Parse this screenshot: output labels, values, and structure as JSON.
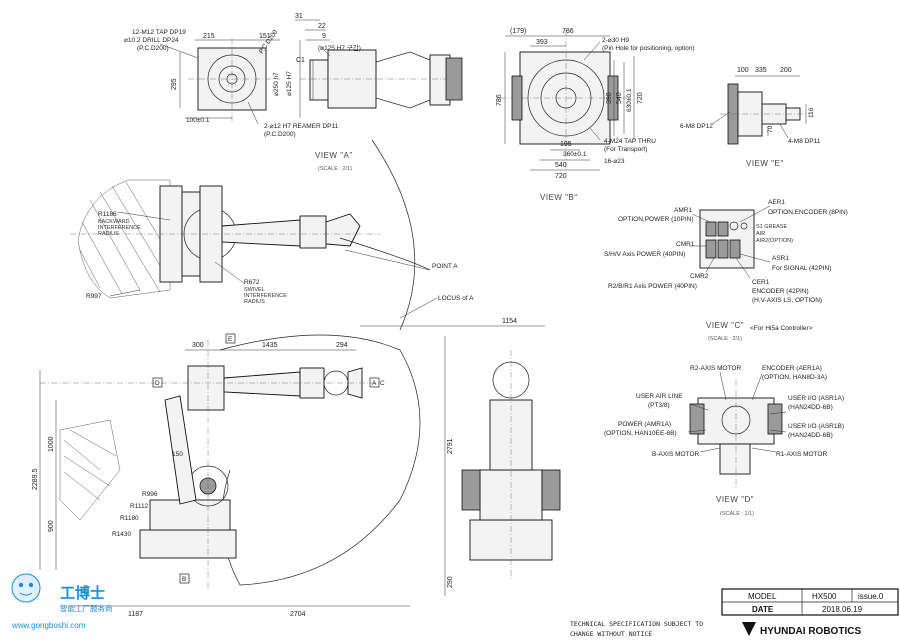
{
  "top_view": {
    "callouts": [
      "12-M12 TAP DP19",
      "⌀10.2 DRILL DP24",
      "(P.C.D200)",
      "2-⌀12 H7 REAMER DP11",
      "(P.C.D200)",
      "P.C.D200",
      "(⌀125 H7 구간)"
    ],
    "dims": [
      "215",
      "151",
      "295",
      "100±0.1",
      "31",
      "22",
      "9",
      "C1",
      "⌀250 h7",
      "⌀125 H7"
    ],
    "view_label": "VIEW \"A\"",
    "scale": "(SCALE : 2/1)"
  },
  "view_b": {
    "dims": [
      "(179)",
      "786",
      "393",
      "786",
      "390",
      "540",
      "720",
      "630±0.1",
      "195",
      "360±0.1",
      "540",
      "720"
    ],
    "callouts": [
      "2-⌀30 H9",
      "(Pin Hole for positioning, option)",
      "4-M24 TAP THRU",
      "(For Transport)",
      "16-⌀23"
    ],
    "view_label": "VIEW \"B\""
  },
  "view_e": {
    "dims": [
      "100",
      "335",
      "200",
      "116",
      "70"
    ],
    "callouts": [
      "6-M8 DP12",
      "4-M8 DP11"
    ],
    "view_label": "VIEW \"E\""
  },
  "side_upper": {
    "labels": [
      "R1186",
      "BACKWARD",
      "INTERFERENCE",
      "RADIUS",
      "R672",
      "SWIVEL",
      "INTERFERENCE",
      "RADIUS",
      "R997",
      "POINT A",
      "LOCUS of A"
    ]
  },
  "view_c": {
    "callouts": [
      "AMR1",
      "OPTION,POWER (10PIN)",
      "AER1",
      "OPTION,ENCODER (8PIN)",
      "CMR1",
      "S/H/V Axis POWER (40PIN)",
      "ASR1",
      "For SIGNAL (42PIN)",
      "CMR2",
      "R2/B/R1 Axis POWER (40PIN)",
      "CER1",
      "ENCODER (42PIN)",
      "(H,V-AXIS LS, OPTION)"
    ],
    "panel_labels": [
      "S1 GREASE",
      "AIR",
      "AIR2(OPTION)"
    ],
    "view_label": "VIEW \"C\"",
    "controller_note": "<For Hi5a Controller>",
    "scale": "(SCALE : 2/1)"
  },
  "main_side": {
    "dims": [
      "300",
      "1435",
      "294",
      "1154",
      "150",
      "R996",
      "R1112",
      "R1180",
      "R1430",
      "2289.5",
      "1000",
      "900",
      "2791",
      "290",
      "1187",
      "2704"
    ],
    "markers": [
      "E",
      "D",
      "C",
      "A",
      "B"
    ]
  },
  "view_d": {
    "callouts": [
      "R2-AXIS MOTOR",
      "ENCODER (AER1A)",
      "(OPTION, HAN8D-3A)",
      "USER AIR LINE",
      "(PT3/8)",
      "USER I/O (ASR1A)",
      "(HAN24DD-6B)",
      "POWER (AMR1A)",
      "(OPTION, HAN10EE-6B)",
      "USER I/O (ASR1B)",
      "(HAN24DD-6B)",
      "B-AXIS MOTOR",
      "R1-AXIS MOTOR"
    ],
    "view_label": "VIEW \"D\"",
    "scale": "(SCALE : 1/1)"
  },
  "title_block": {
    "model_label": "MODEL",
    "model_value": "HX500",
    "issue": "issue.0",
    "date_label": "DATE",
    "date_value": "2018.06.19"
  },
  "notes": {
    "line1": "TECHNICAL SPECIFICATION SUBJECT TO",
    "line2": "CHANGE WITHOUT NOTICE"
  },
  "brand": {
    "name": "HYUNDAI ROBOTICS"
  },
  "watermark": {
    "title": "工博士",
    "subtitle": "智能工厂服务商",
    "url": "www.gongboshi.com"
  },
  "colors": {
    "ink": "#222222",
    "watermark": "#1a8fd6"
  }
}
